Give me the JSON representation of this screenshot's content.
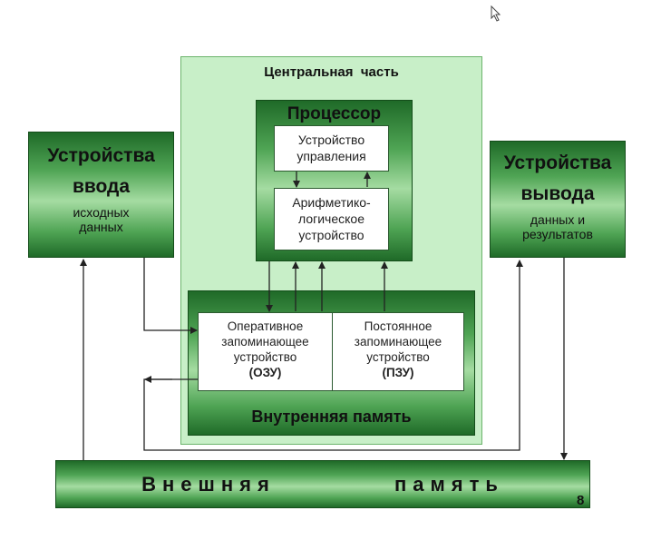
{
  "central": {
    "title": "Центральная  часть"
  },
  "processor": {
    "title": "Процессор",
    "control_unit": {
      "line1": "Устройство",
      "line2": "управления"
    },
    "alu": {
      "line1": "Арифметико-",
      "line2": "логическое",
      "line3": "устройство"
    }
  },
  "internal_memory": {
    "title": "Внутренняя память",
    "ram": {
      "line1": "Оперативное",
      "line2": "запоминающее",
      "line3": "устройство",
      "line4": "(ОЗУ)"
    },
    "rom": {
      "line1": "Постоянное",
      "line2": "запоминающее",
      "line3": "устройство",
      "line4": "(ПЗУ)"
    }
  },
  "input": {
    "title1": "Устройства",
    "title2": "ввода",
    "sub1": "исходных",
    "sub2": "данных"
  },
  "output": {
    "title1": "Устройства",
    "title2": "вывода",
    "sub1": "данных и",
    "sub2": "результатов"
  },
  "external": {
    "title": "Внешняя          память",
    "page_number": "8"
  }
}
